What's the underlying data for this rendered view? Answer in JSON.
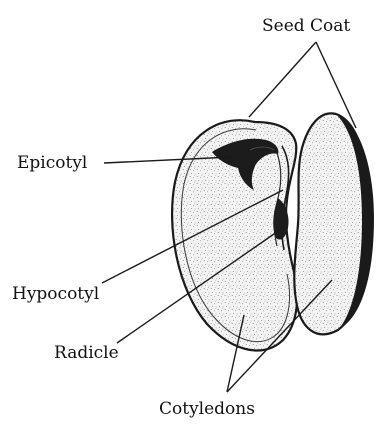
{
  "labels": {
    "seed_coat": "Seed Coat",
    "epicotyl": "Epicotyl",
    "hypocotyl": "Hypocotyl",
    "radicle": "Radicle",
    "cotyledons": "Cotyledons"
  },
  "colors": {
    "outline": "#1a1a1a",
    "cotyledon_fill": "#f2f2f2",
    "stipple": "#8a8a8a",
    "embryo": "#1c1c1c",
    "background": "#ffffff"
  }
}
